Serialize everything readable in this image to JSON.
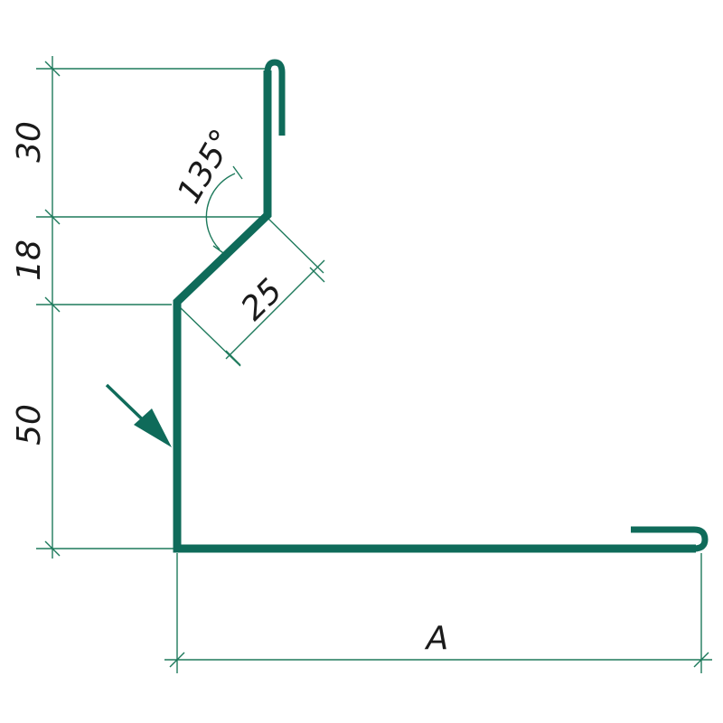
{
  "drawing": {
    "title": "",
    "colors": {
      "profile": "#0f6b5a",
      "dimension": "#1e7a5c",
      "text": "#1a1a1a"
    },
    "dimensions": {
      "top_height": "30",
      "slope_height": "18",
      "bottom_height": "50",
      "slope_length": "25",
      "bend_angle": "135°",
      "width_label": "A"
    }
  }
}
